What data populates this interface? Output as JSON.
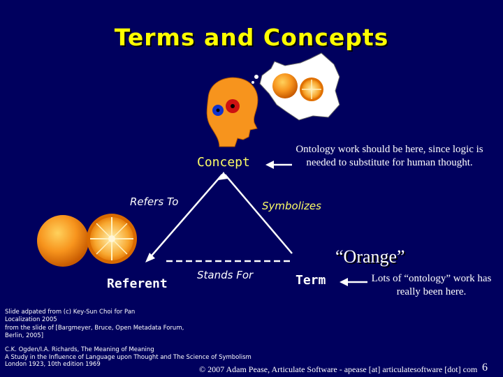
{
  "title": "Terms and Concepts",
  "labels": {
    "concept": "Concept",
    "refers_to": "Refers To",
    "symbolizes": "Symbolizes",
    "stands_for": "Stands For",
    "referent": "Referent",
    "term": "Term",
    "orange_word": "“Orange”"
  },
  "notes": {
    "ontology": "Ontology work should be here, since logic is needed to substitute for human thought.",
    "lots": "Lots of “ontology” work has really been here."
  },
  "credits": {
    "line1": "Slide adpated from (c) Key-Sun Choi for Pan Localization 2005",
    "line2": "from the slide of [Bargmeyer, Bruce, Open Metadata Forum, Berlin, 2005]",
    "line3a": "C.K. Ogden/I.A. Richards, The Meaning of Meaning",
    "line3b": "A Study in the Influence of Language upon Thought and The Science of Symbolism",
    "line3c": "London 1923, 10th edition 1969"
  },
  "footer": {
    "copyright": "© 2007 Adam Pease, Articulate Software - apease [at] articulatesoftware [dot] com",
    "page": "6"
  },
  "colors": {
    "background": "#00005e",
    "title": "#ffff00",
    "orange": "#f7941d",
    "triangle": "#ffffff"
  }
}
